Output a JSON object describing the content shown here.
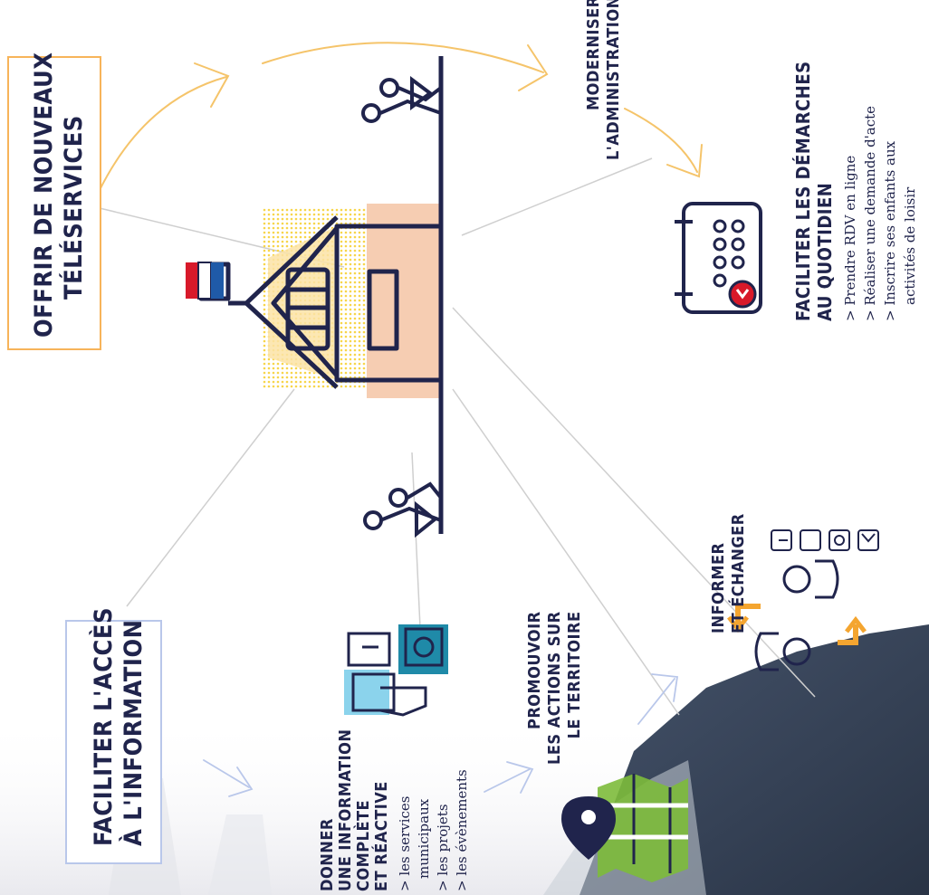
{
  "boxes": {
    "teleservices": [
      "OFFRIR DE NOUVEAUX",
      "TÉLÉSERVICES"
    ],
    "access": [
      "FACILITER L'ACCÈS",
      "À L'INFORMATION"
    ]
  },
  "labels": {
    "moderniser": [
      "MODERNISER",
      "L'ADMINISTRATION"
    ],
    "demarches": [
      "FACILITER LES DÉMARCHES",
      "AU QUOTIDIEN"
    ],
    "informer": [
      "INFORMER",
      "ET ÉCHANGER"
    ],
    "promouvoir": [
      "PROMOUVOIR",
      "LES ACTIONS SUR",
      "LE TERRITOIRE"
    ],
    "donner": [
      "DONNER",
      "UNE INFORMATION",
      "COMPLÈTE",
      "ET RÉACTIVE"
    ]
  },
  "lists": {
    "demarches": [
      "> Prendre RDV en ligne",
      "> Réaliser une demande d'acte",
      "> Inscrire ses enfants aux",
      "activités de loisir"
    ],
    "donner": [
      "> les services",
      "municipaux",
      "> les projets",
      "> les évènements"
    ]
  },
  "colors": {
    "navy": "#20244c",
    "orange_line": "#f5c46a",
    "orange_box": "#f7b45a",
    "blue_box": "#b9c7ea",
    "peach": "#f6cdb2",
    "yellow_dots": "#f7d54a",
    "sky": "#8bd3ec",
    "teal": "#1f8aa8",
    "red": "#d8192a",
    "amber": "#f4a530",
    "green": "#7dbb3b",
    "gray_line": "#cfcfcf"
  },
  "icons": [
    "house-icon",
    "flag-icon",
    "person-icon",
    "tree-icon",
    "calendar-icon",
    "map-icon",
    "location-pin-icon",
    "tablet-hand-icon",
    "people-exchange-icon",
    "facebook-icon",
    "twitter-icon",
    "instagram-icon",
    "mail-icon"
  ]
}
